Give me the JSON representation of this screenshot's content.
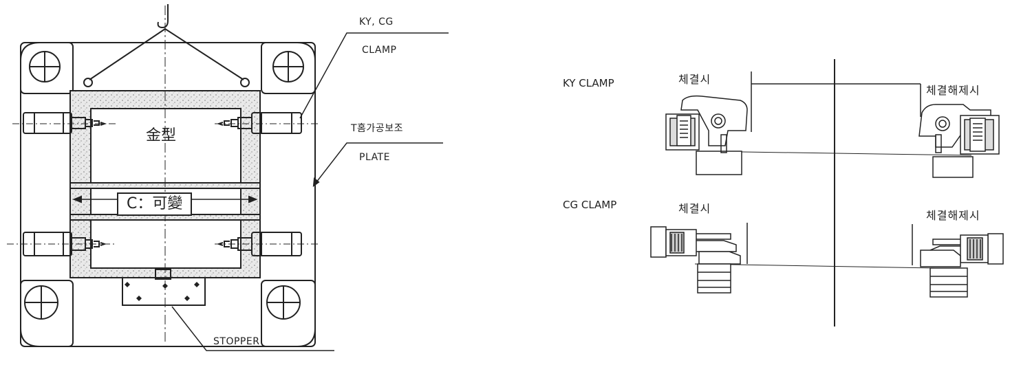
{
  "left_figure": {
    "callout_ky_cg": "KY, CG",
    "callout_clamp": "CLAMP",
    "callout_t_slot": "T홈가공보조",
    "callout_plate": "PLATE",
    "mold_label": "金型",
    "dimension_label": "C：可變",
    "callout_stopper": "STOPPER"
  },
  "right_figure": {
    "ky_row_label": "KY  CLAMP",
    "ky_clamped": "체결시",
    "ky_released": "체결해제시",
    "cg_row_label": "CG  CLAMP",
    "cg_clamped": "체결시",
    "cg_released": "체결해제시"
  },
  "colors": {
    "line": "#222222",
    "speckle_fill": "#e6e6e6",
    "background": "#ffffff"
  }
}
